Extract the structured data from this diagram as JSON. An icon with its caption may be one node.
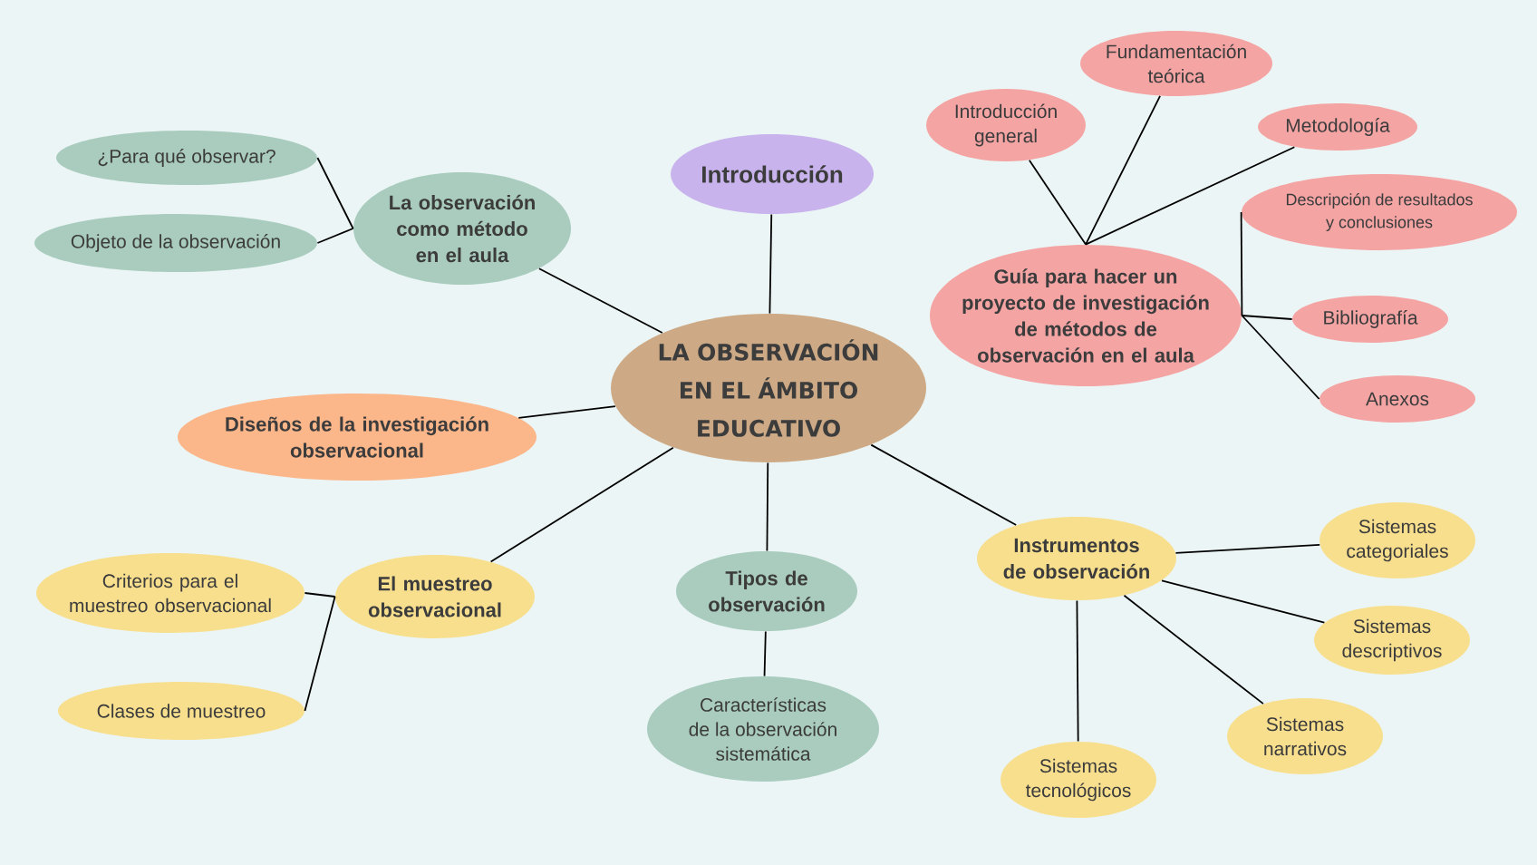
{
  "diagram": {
    "nodes": [
      {
        "text": [
          "LA OBSERVACIÓN EN EL ÁMBITO EDUCATIVO"
        ]
      },
      {
        "text": [
          "Introducción"
        ]
      },
      {
        "text": [
          "La observación como método en el aula"
        ]
      },
      {
        "text": [
          "¿Para qué observar?"
        ]
      },
      {
        "text": [
          "Objeto de la observación"
        ]
      },
      {
        "text": [
          "Diseños de la investigación observacional"
        ]
      },
      {
        "text": [
          "El muestreo observacional"
        ]
      },
      {
        "text": [
          "Criterios para el muestreo observacional"
        ]
      },
      {
        "text": [
          "Clases de muestreo"
        ]
      },
      {
        "text": [
          "Tipos de observación"
        ]
      },
      {
        "text": [
          "Características de la observación sistemática"
        ]
      },
      {
        "text": [
          "Guía para hacer un proyecto de investigación de métodos de observación en el aula"
        ]
      },
      {
        "text": [
          "Introducción general"
        ]
      },
      {
        "text": [
          "Fundamentación teórica"
        ]
      },
      {
        "text": [
          "Metodología"
        ]
      },
      {
        "text": [
          "Descripción de resultados y conclusiones"
        ]
      },
      {
        "text": [
          "Bibliografía"
        ]
      },
      {
        "text": [
          "Anexos"
        ]
      },
      {
        "text": [
          "Instrumentos de observación"
        ]
      },
      {
        "text": [
          "Sistemas categoriales"
        ]
      },
      {
        "text": [
          "Sistemas descriptivos"
        ]
      },
      {
        "text": [
          "Sistemas narrativos"
        ]
      },
      {
        "text": [
          "Sistemas tecnológicos"
        ]
      }
    ],
    "edges": [
      {
        "from": 0,
        "to": 1,
        "arrow": "none"
      },
      {
        "from": 0,
        "to": 2,
        "arrow": "none"
      },
      {
        "from": 0,
        "to": 5,
        "arrow": "none"
      },
      {
        "from": 0,
        "to": 6,
        "arrow": "none"
      },
      {
        "from": 0,
        "to": 9,
        "arrow": "none"
      },
      {
        "from": 0,
        "to": 18,
        "arrow": "none"
      },
      {
        "from": 2,
        "to": 3,
        "arrow": "none"
      },
      {
        "from": 2,
        "to": 4,
        "arrow": "none"
      },
      {
        "from": 6,
        "to": 7,
        "arrow": "none"
      },
      {
        "from": 6,
        "to": 8,
        "arrow": "none"
      },
      {
        "from": 9,
        "to": 10,
        "arrow": "none"
      },
      {
        "from": 11,
        "to": 12,
        "arrow": "none"
      },
      {
        "from": 11,
        "to": 13,
        "arrow": "none"
      },
      {
        "from": 11,
        "to": 14,
        "arrow": "none"
      },
      {
        "from": 11,
        "to": 15,
        "arrow": "none"
      },
      {
        "from": 11,
        "to": 16,
        "arrow": "none"
      },
      {
        "from": 11,
        "to": 17,
        "arrow": "none"
      },
      {
        "from": 18,
        "to": 19,
        "arrow": "none"
      },
      {
        "from": 18,
        "to": 20,
        "arrow": "none"
      },
      {
        "from": 18,
        "to": 21,
        "arrow": "none"
      },
      {
        "from": 18,
        "to": 22,
        "arrow": "none"
      }
    ]
  }
}
